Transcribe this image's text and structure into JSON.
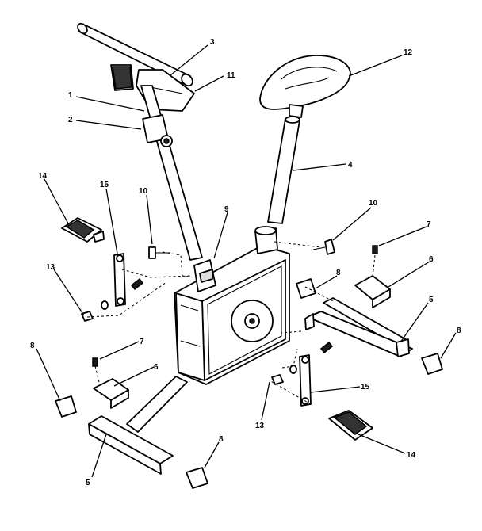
{
  "callouts": {
    "c1": "1",
    "c2": "2",
    "c3": "3",
    "c4": "4",
    "c5a": "5",
    "c5b": "5",
    "c6a": "6",
    "c6b": "6",
    "c7a": "7",
    "c7b": "7",
    "c8a": "8",
    "c8b": "8",
    "c8c": "8",
    "c8d": "8",
    "c9": "9",
    "c10a": "10",
    "c10b": "10",
    "c11": "11",
    "c12": "12",
    "c13a": "13",
    "c13b": "13",
    "c14a": "14",
    "c14b": "14",
    "c15a": "15",
    "c15b": "15"
  },
  "colors": {
    "line": "#000000",
    "fill": "#ffffff",
    "dark": "#1a1a1a"
  }
}
